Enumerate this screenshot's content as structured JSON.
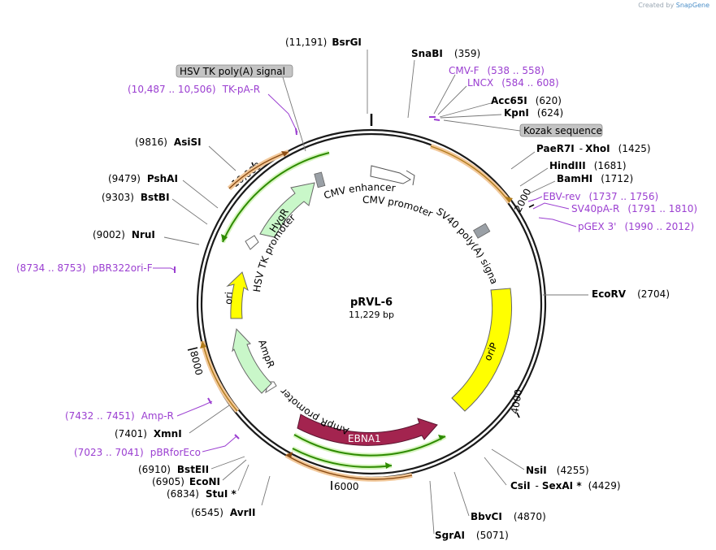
{
  "watermark": {
    "prefix": "Created by",
    "brand": "SnapGene"
  },
  "plasmid": {
    "name": "pRVL-6",
    "size": "11,229 bp"
  },
  "colors": {
    "primer": "#9b3fd1",
    "ampR": "#c9f7c9",
    "hygR": "#c9f7c9",
    "ori": "#ffff00",
    "oriP": "#ffff00",
    "ebna1": "#a3244f",
    "orf": "#2e8b00",
    "orf_halo": "#f2c89a",
    "polyA": "#9aa0a6",
    "box": "#c4c4c4"
  },
  "ticks": [
    {
      "label": "2000"
    },
    {
      "label": "4000"
    },
    {
      "label": "6000"
    },
    {
      "label": "8000"
    },
    {
      "label": "10,000"
    }
  ],
  "sites": [
    {
      "pos": "(11,191)",
      "name": "BsrGI"
    },
    {
      "name": "SnaBI",
      "pos": "(359)"
    },
    {
      "name": "Acc65I",
      "pos": "(620)"
    },
    {
      "name": "KpnI",
      "pos": "(624)"
    },
    {
      "name": "PaeR7I",
      "sep": "-",
      "name2": "XhoI",
      "pos": "(1425)"
    },
    {
      "name": "HindIII",
      "pos": "(1681)"
    },
    {
      "name": "BamHI",
      "pos": "(1712)"
    },
    {
      "name": "EcoRV",
      "pos": "(2704)"
    },
    {
      "name": "NsiI",
      "pos": "(4255)"
    },
    {
      "name": "CsiI",
      "sep": "-",
      "name2": "SexAI *",
      "pos": "(4429)"
    },
    {
      "name": "BbvCI",
      "pos": "(4870)"
    },
    {
      "name": "SgrAI",
      "pos": "(5071)"
    },
    {
      "pos": "(6545)",
      "name": "AvrII"
    },
    {
      "pos": "(6834)",
      "name": "StuI *"
    },
    {
      "pos": "(6905)",
      "name": "EcoNI"
    },
    {
      "pos": "(6910)",
      "name": "BstEII"
    },
    {
      "pos": "(7401)",
      "name": "XmnI"
    },
    {
      "pos": "(9002)",
      "name": "NruI"
    },
    {
      "pos": "(9303)",
      "name": "BstBI"
    },
    {
      "pos": "(9479)",
      "name": "PshAI"
    },
    {
      "pos": "(9816)",
      "name": "AsiSI"
    }
  ],
  "primers": [
    {
      "name": "CMV-F",
      "range": "(538 .. 558)"
    },
    {
      "name": "LNCX",
      "range": "(584 .. 608)"
    },
    {
      "name": "EBV-rev",
      "range": "(1737 .. 1756)"
    },
    {
      "name": "SV40pA-R",
      "range": "(1791 .. 1810)"
    },
    {
      "name": "pGEX 3'",
      "range": "(1990 .. 2012)"
    },
    {
      "range": "(10,487 .. 10,506)",
      "name": "TK-pA-R"
    },
    {
      "range": "(8734 .. 8753)",
      "name": "pBR322ori-F"
    },
    {
      "range": "(7432 .. 7451)",
      "name": "Amp-R"
    },
    {
      "range": "(7023 .. 7041)",
      "name": "pBRforEco"
    }
  ],
  "boxed_labels": {
    "kozak": "Kozak sequence",
    "hsv_tk_polya": "HSV TK poly(A) signal"
  },
  "features": {
    "cmv_enhancer": "CMV enhancer",
    "cmv_promoter": "CMV promoter",
    "sv40_polya": "SV40 poly(A) signal",
    "orip": "oriP",
    "ebna1": "EBNA1",
    "ampr_promoter": "AmpR promoter",
    "ampr": "AmpR",
    "ori": "ori",
    "hsv_tk_promoter": "HSV TK promoter",
    "hygr": "HygR"
  }
}
